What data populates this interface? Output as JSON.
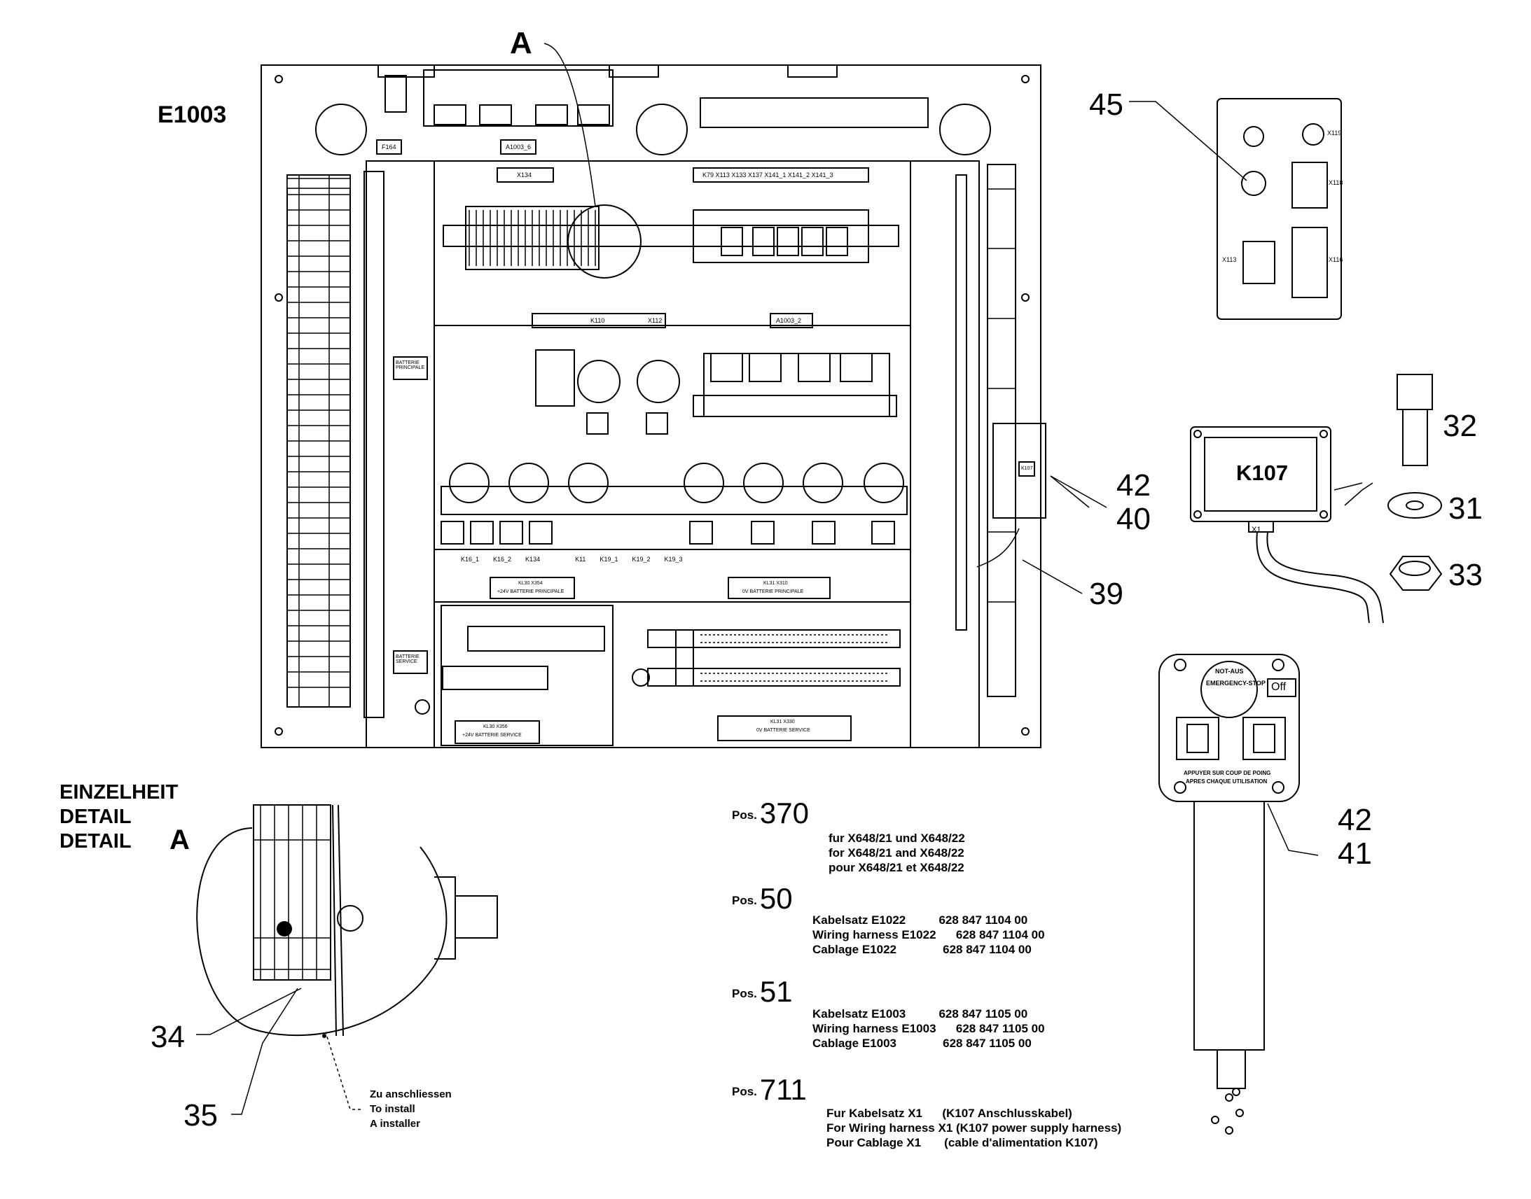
{
  "panel_title": "E1003",
  "detail_heading": [
    "EINZELHEIT",
    "DETAIL",
    "DETAIL"
  ],
  "detail_letter": "A",
  "top_letter": "A",
  "callouts": {
    "c45": "45",
    "c32": "32",
    "c31": "31",
    "c33": "33",
    "c42a": "42",
    "c40": "40",
    "c39": "39",
    "c42b": "42",
    "c41": "41",
    "c34": "34",
    "c35": "35"
  },
  "k107_label": "K107",
  "k107_x1": "X1",
  "connector_panel": [
    "X119",
    "X118",
    "X113",
    "X116"
  ],
  "install_note": [
    "Zu anschliessen",
    "To install",
    "A installer"
  ],
  "pendant": {
    "notaus": "NOT-AUS",
    "emergency": "EMERGENCY-STOP",
    "off": "Off",
    "bottom1": "APPUYER SUR COUP DE POING",
    "bottom2": "APRES CHAQUE UTILISATION"
  },
  "positions": [
    {
      "label": "Pos.",
      "num": "370",
      "lines": [
        "fur X648/21 und X648/22",
        "for X648/21 and X648/22",
        "pour X648/21 et X648/22"
      ]
    },
    {
      "label": "Pos.",
      "num": "50",
      "lines": [
        "Kabelsatz E1022          628 847 1104 00",
        "Wiring harness E1022      628 847 1104 00",
        "Cablage E1022              628 847 1104 00"
      ]
    },
    {
      "label": "Pos.",
      "num": "51",
      "lines": [
        "Kabelsatz E1003          628 847 1105 00",
        "Wiring harness E1003      628 847 1105 00",
        "Cablage E1003              628 847 1105 00"
      ]
    },
    {
      "label": "Pos.",
      "num": "711",
      "lines": [
        "Fur Kabelsatz X1      (K107 Anschlusskabel)",
        "For Wiring harness X1 (K107 power supply harness)",
        "Pour Cablage X1       (cable d'alimentation K107)"
      ]
    }
  ],
  "panel_tags": {
    "top_fuse": "F164",
    "top_a": "A1003_6",
    "x134": "X134",
    "relay_row": "K79    X113    X133    X137    X141_1    X141_2    X141_3",
    "k110": "K110",
    "x112": "X112",
    "a1003_2": "A1003_2",
    "batt_main": "BATTERIE PRINCIPALE",
    "batt_serv": "BATTERIE SERVICE",
    "k_row": "K16_1        K16_2        K134                    K11        K19_1        K19_2        K19_3",
    "kl30a": "KL30 X354",
    "kl30a2": "+24V BATTERIE PRINCIPALE",
    "kl31a": "KL31 X310",
    "kl31a2": "0V BATTERIE PRINCIPALE",
    "kl30b": "KL30 X356",
    "kl30b2": "+24V BATTERIE SERVICE",
    "kl31b": "KL31 X330",
    "kl31b2": "0V BATTERIE SERVICE",
    "k107tag": "K107"
  }
}
